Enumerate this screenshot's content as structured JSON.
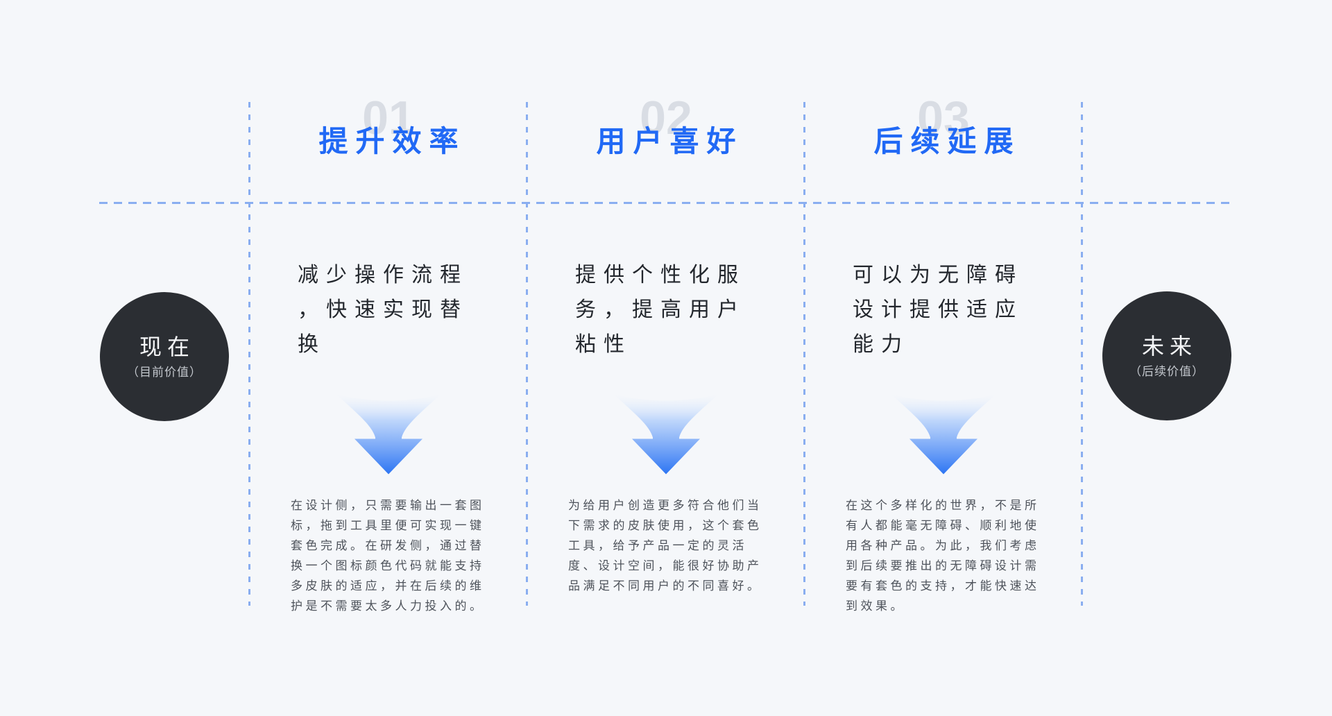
{
  "page": {
    "background_color": "#f5f7fa",
    "dash_line_color": "#8aaef0",
    "accent_blue": "#2169f5",
    "number_gray": "#d9dde4",
    "circle_color": "#2b2e33",
    "arrow_gradient_bottom": "#2d75f3"
  },
  "timeline": {
    "now": {
      "title": "现在",
      "subtitle": "（目前价值）"
    },
    "future": {
      "title": "未来",
      "subtitle": "（后续价值）"
    }
  },
  "columns": [
    {
      "number": "01",
      "title": "提升效率",
      "summary": "减少操作流程\n，快速实现替\n换",
      "detail": "在设计侧，只需要输出一套图\n标，拖到工具里便可实现一键\n套色完成。在研发侧，通过替\n换一个图标颜色代码就能支持\n多皮肤的适应，并在后续的维\n护是不需要太多人力投入的。"
    },
    {
      "number": "02",
      "title": "用户喜好",
      "summary": "提供个性化服\n务，提高用户\n粘性",
      "detail": "为给用户创造更多符合他们当\n下需求的皮肤使用，这个套色\n工具，给予产品一定的灵活\n度、设计空间，能很好协助产\n品满足不同用户的不同喜好。"
    },
    {
      "number": "03",
      "title": "后续延展",
      "summary": "可以为无障碍\n设计提供适应\n能力",
      "detail": "在这个多样化的世界，不是所\n有人都能毫无障碍、顺利地使\n用各种产品。为此，我们考虑\n到后续要推出的无障碍设计需\n要有套色的支持，才能快速达\n到效果。"
    }
  ]
}
